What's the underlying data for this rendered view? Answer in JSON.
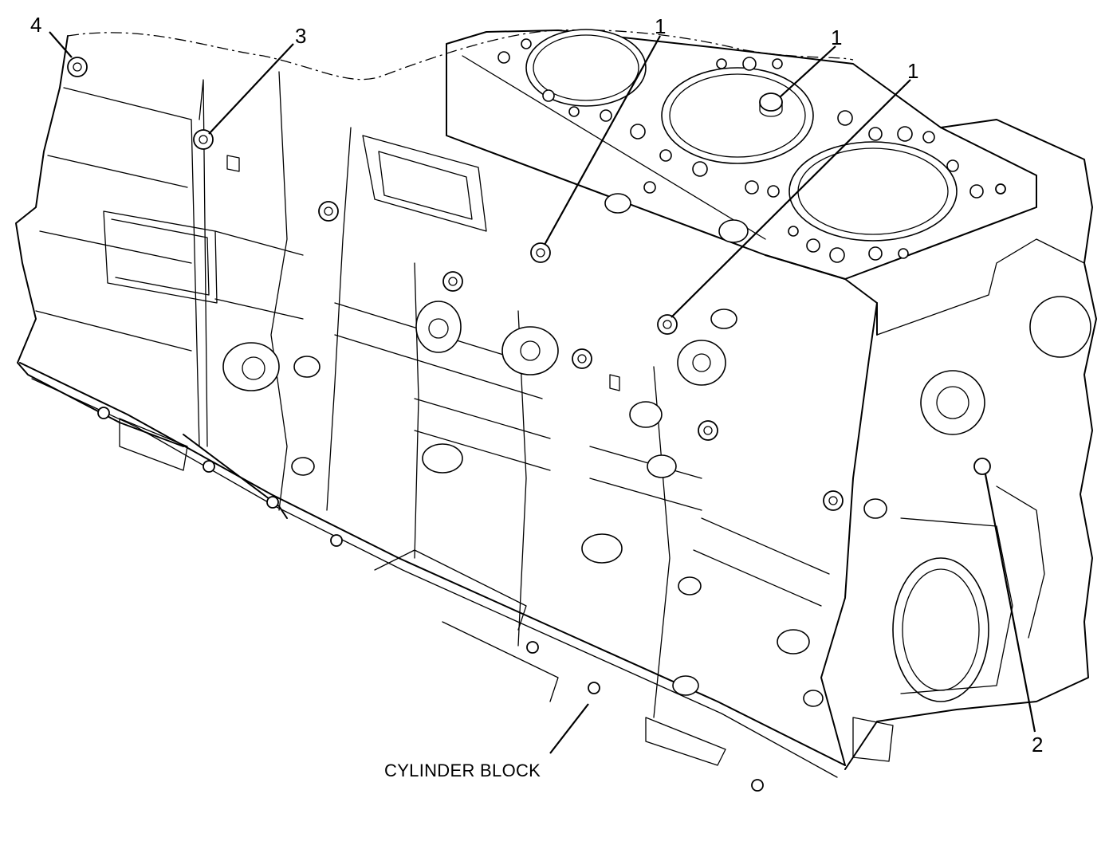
{
  "caption": "CYLINDER BLOCK",
  "callouts": [
    {
      "id": "c1a",
      "label": "1"
    },
    {
      "id": "c1b",
      "label": "1"
    },
    {
      "id": "c1c",
      "label": "1"
    },
    {
      "id": "c2",
      "label": "2"
    },
    {
      "id": "c3",
      "label": "3"
    },
    {
      "id": "c4",
      "label": "4"
    }
  ],
  "colors": {
    "line": "#000000",
    "background": "#ffffff"
  }
}
